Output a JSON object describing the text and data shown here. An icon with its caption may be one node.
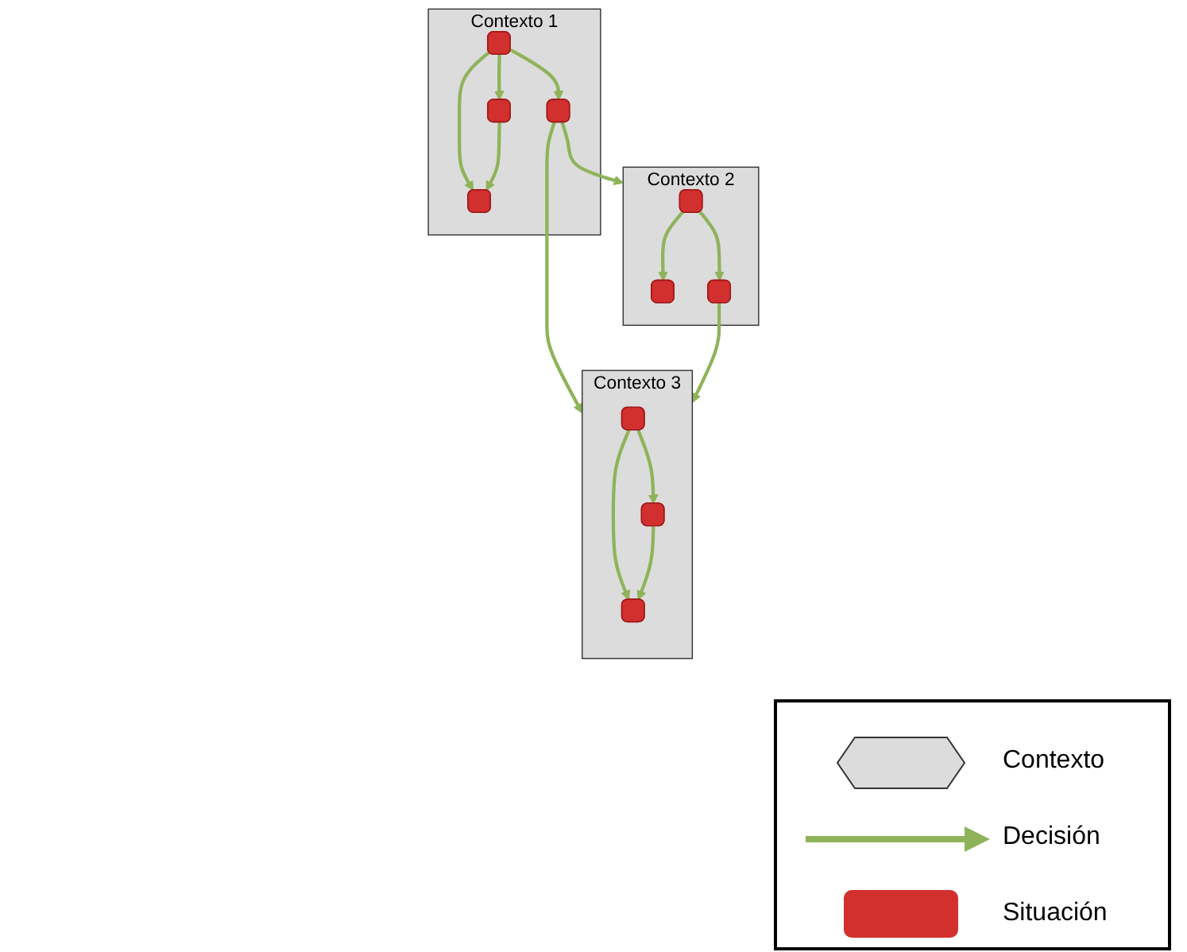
{
  "diagram": {
    "nodes": [
      {
        "text": [
          "Contexto 1"
        ]
      },
      {
        "text": [],
        "shape": "box",
        "in": 0
      },
      {
        "text": [],
        "shape": "box",
        "in": 0
      },
      {
        "text": [],
        "shape": "box",
        "in": 0
      },
      {
        "text": [],
        "shape": "box",
        "in": 0
      },
      {
        "text": [
          "Contexto 2"
        ]
      },
      {
        "text": [],
        "shape": "box",
        "in": 5
      },
      {
        "text": [],
        "shape": "box",
        "in": 5
      },
      {
        "text": [],
        "shape": "box",
        "in": 5
      },
      {
        "text": [
          "Contexto 3"
        ]
      },
      {
        "text": [],
        "shape": "box",
        "in": 9
      },
      {
        "text": [],
        "shape": "box",
        "in": 9
      },
      {
        "text": [],
        "shape": "box",
        "in": 9
      }
    ],
    "edges": [
      {
        "from": 1,
        "to": 2,
        "arrow": "to"
      },
      {
        "from": 1,
        "to": 3,
        "arrow": "to"
      },
      {
        "from": 1,
        "to": 4,
        "arrow": "to"
      },
      {
        "from": 2,
        "to": 4,
        "arrow": "to"
      },
      {
        "from": 3,
        "to": 5,
        "arrow": "to"
      },
      {
        "from": 3,
        "to": 9,
        "arrow": "to"
      },
      {
        "from": 6,
        "to": 7,
        "arrow": "to"
      },
      {
        "from": 6,
        "to": 8,
        "arrow": "to"
      },
      {
        "from": 8,
        "to": 9,
        "arrow": "to"
      },
      {
        "from": 10,
        "to": 11,
        "arrow": "to"
      },
      {
        "from": 10,
        "to": 12,
        "arrow": "to"
      },
      {
        "from": 11,
        "to": 12,
        "arrow": "to"
      }
    ],
    "legend": [
      {
        "text": "Contexto"
      },
      {
        "text": "Decisión"
      },
      {
        "text": "Situación",
        "color": "#d22f2f"
      }
    ]
  }
}
